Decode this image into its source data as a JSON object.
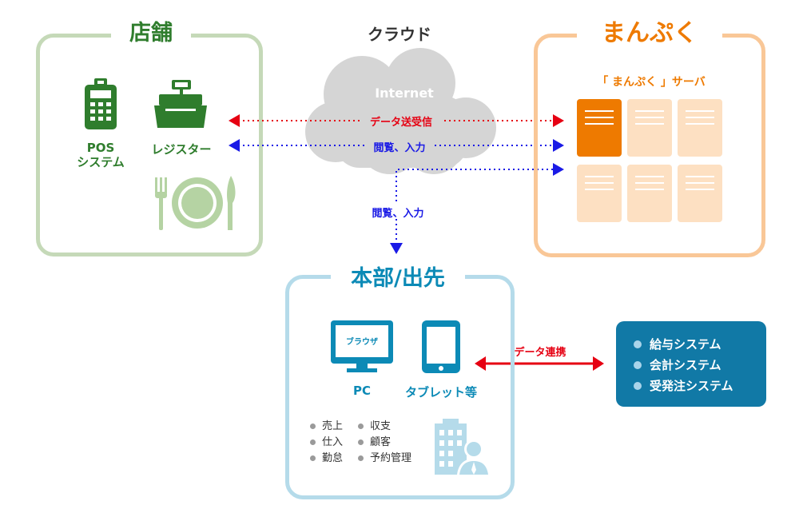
{
  "store": {
    "title": "店舗",
    "pos_label_1": "POS",
    "pos_label_2": "システム",
    "register_label": "レジスター"
  },
  "cloud": {
    "title": "クラウド",
    "internet": "Internet",
    "arrow_data": "データ送受信",
    "arrow_view": "閲覧、入力",
    "arrow_view_down": "閲覧、入力"
  },
  "manpuku": {
    "title": "まんぷく",
    "server_label": "「 まんぷく 」サーバ"
  },
  "hq": {
    "title": "本部/出先",
    "browser_label": "ブラウザ",
    "pc_label": "PC",
    "tablet_label": "タブレット等",
    "features": [
      "売上",
      "収支",
      "仕入",
      "顧客",
      "勤怠",
      "予約管理"
    ]
  },
  "link": {
    "label": "データ連携"
  },
  "external": {
    "items": [
      "給与システム",
      "会計システム",
      "受発注システム"
    ]
  },
  "colors": {
    "store_green": "#2f7d2d",
    "store_border": "#c5d9b8",
    "manpuku_orange": "#ee7a00",
    "manpuku_border": "#f9c797",
    "hq_blue": "#0c8ab6",
    "hq_border": "#b5dbea",
    "external_bg": "#1179a6",
    "arrow_red": "#e60012",
    "arrow_blue": "#1a1ae6",
    "cloud_gray": "#d5d5d5"
  },
  "icons": [
    "pos-terminal-icon",
    "cash-register-icon",
    "plate-cutlery-icon",
    "cloud-icon",
    "server-icon",
    "pc-monitor-icon",
    "tablet-icon",
    "office-building-icon",
    "person-icon"
  ]
}
